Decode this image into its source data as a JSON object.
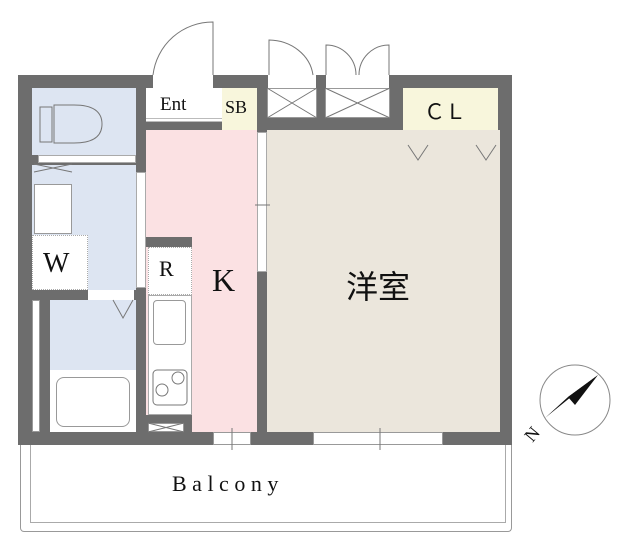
{
  "rooms": {
    "entrance": "Ent",
    "shoe_box": "SB",
    "closet": "ＣＬ",
    "washroom": "W",
    "fridge": "R",
    "kitchen": "K",
    "western_room": "洋室",
    "balcony": "B a l c o n y"
  },
  "compass": {
    "label": "N"
  },
  "colors": {
    "wet": "#dde5f2",
    "kitchen": "#fbe1e3",
    "room": "#ebe6dc",
    "storage": "#f8f6dc",
    "wall": "#6d6d6d"
  }
}
